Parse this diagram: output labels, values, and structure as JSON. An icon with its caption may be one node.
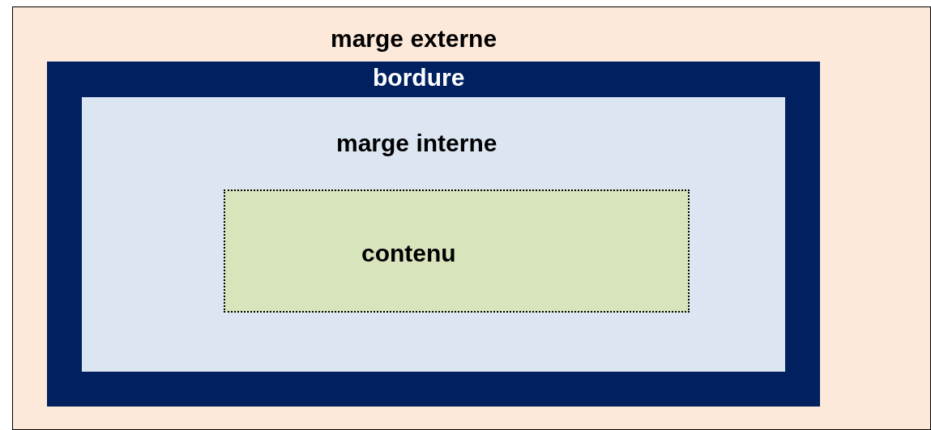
{
  "diagram": {
    "nodes": [
      {
        "text": [
          "marge externe"
        ]
      },
      {
        "text": [
          "bordure"
        ],
        "in": 0
      },
      {
        "text": [
          "marge interne"
        ],
        "in": 1
      },
      {
        "text": [
          "contenu"
        ],
        "in": 2
      }
    ]
  }
}
